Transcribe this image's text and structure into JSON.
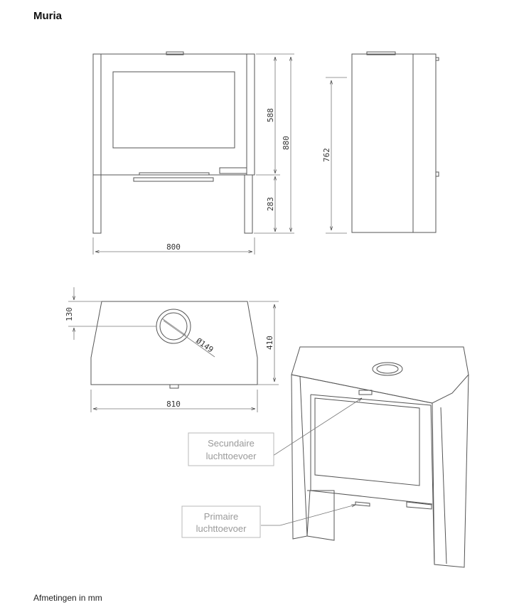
{
  "title": "Muria",
  "footer": "Afmetingen in mm",
  "dimensions": {
    "front_total_height": "880",
    "front_body_height": "588",
    "front_leg_height": "283",
    "front_width": "800",
    "side_height": "762",
    "top_depth_offset": "130",
    "top_depth": "410",
    "top_width": "810",
    "flue_diameter": "Ø149"
  },
  "callouts": {
    "secondary_line1": "Secundaire",
    "secondary_line2": "luchttoevoer",
    "primary_line1": "Primaire",
    "primary_line2": "luchttoevoer"
  }
}
